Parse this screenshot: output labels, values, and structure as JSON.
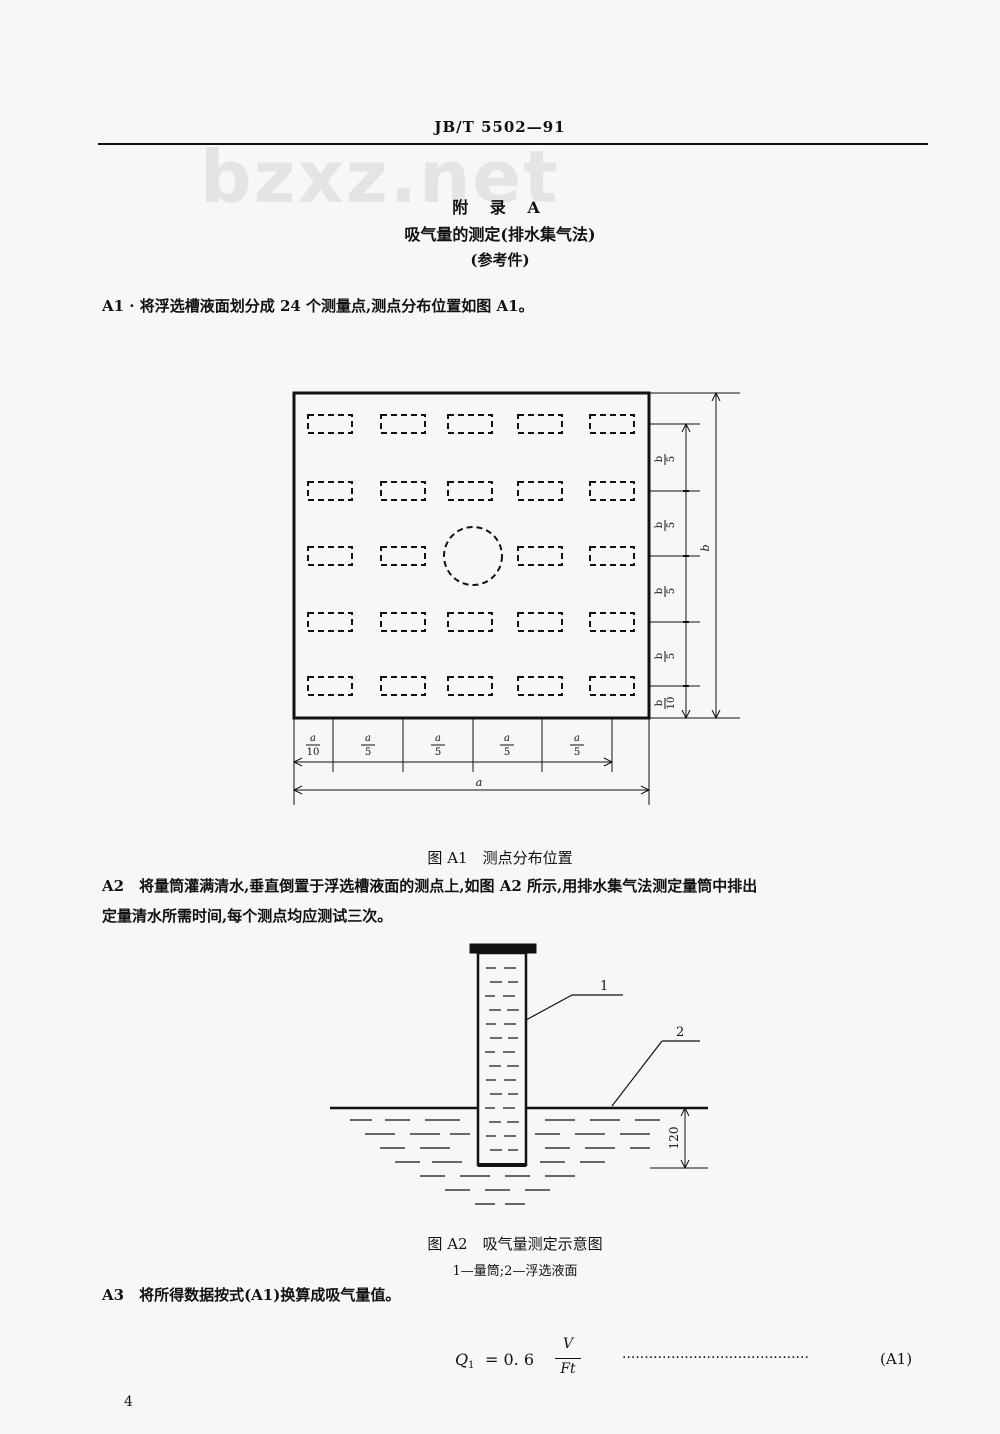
{
  "header": {
    "code": "JB/T 5502—91"
  },
  "watermark": {
    "text": "bzxz.net"
  },
  "appendix": {
    "title": "附 录 A",
    "subtitle": "吸气量的测定(排水集气法)",
    "note": "(参考件)"
  },
  "sections": {
    "a1": "A1 · 将浮选槽液面划分成 24 个测量点,测点分布位置如图 A1。",
    "a2_line1": "A2　将量筒灌满清水,垂直倒置于浮选槽液面的测点上,如图 A2 所示,用排水集气法测定量筒中排出",
    "a2_line2": "定量清水所需时间,每个测点均应测试三次。",
    "a3": "A3　将所得数据按式(A1)换算成吸气量值。"
  },
  "figure_a1": {
    "caption": "图 A1　测点分布位置",
    "dim_a": "a",
    "dim_b": "b",
    "frac_a_10": {
      "num": "a",
      "den": "10"
    },
    "frac_a_5": {
      "num": "a",
      "den": "5"
    },
    "frac_b_10": {
      "num": "b",
      "den": "10"
    },
    "frac_b_5": {
      "num": "b",
      "den": "5"
    }
  },
  "figure_a2": {
    "caption": "图 A2　吸气量测定示意图",
    "legend": "1—量筒;2—浮选液面",
    "label_1": "1",
    "label_2": "2",
    "depth": "120"
  },
  "formula": {
    "lhs": "Q",
    "lhs_sub": "1",
    "rhs_prefix": "= 0. 6",
    "numerator": "V",
    "denominator": "Ft",
    "leader": "··········································",
    "tag": "(A1)"
  },
  "page_number": "4"
}
